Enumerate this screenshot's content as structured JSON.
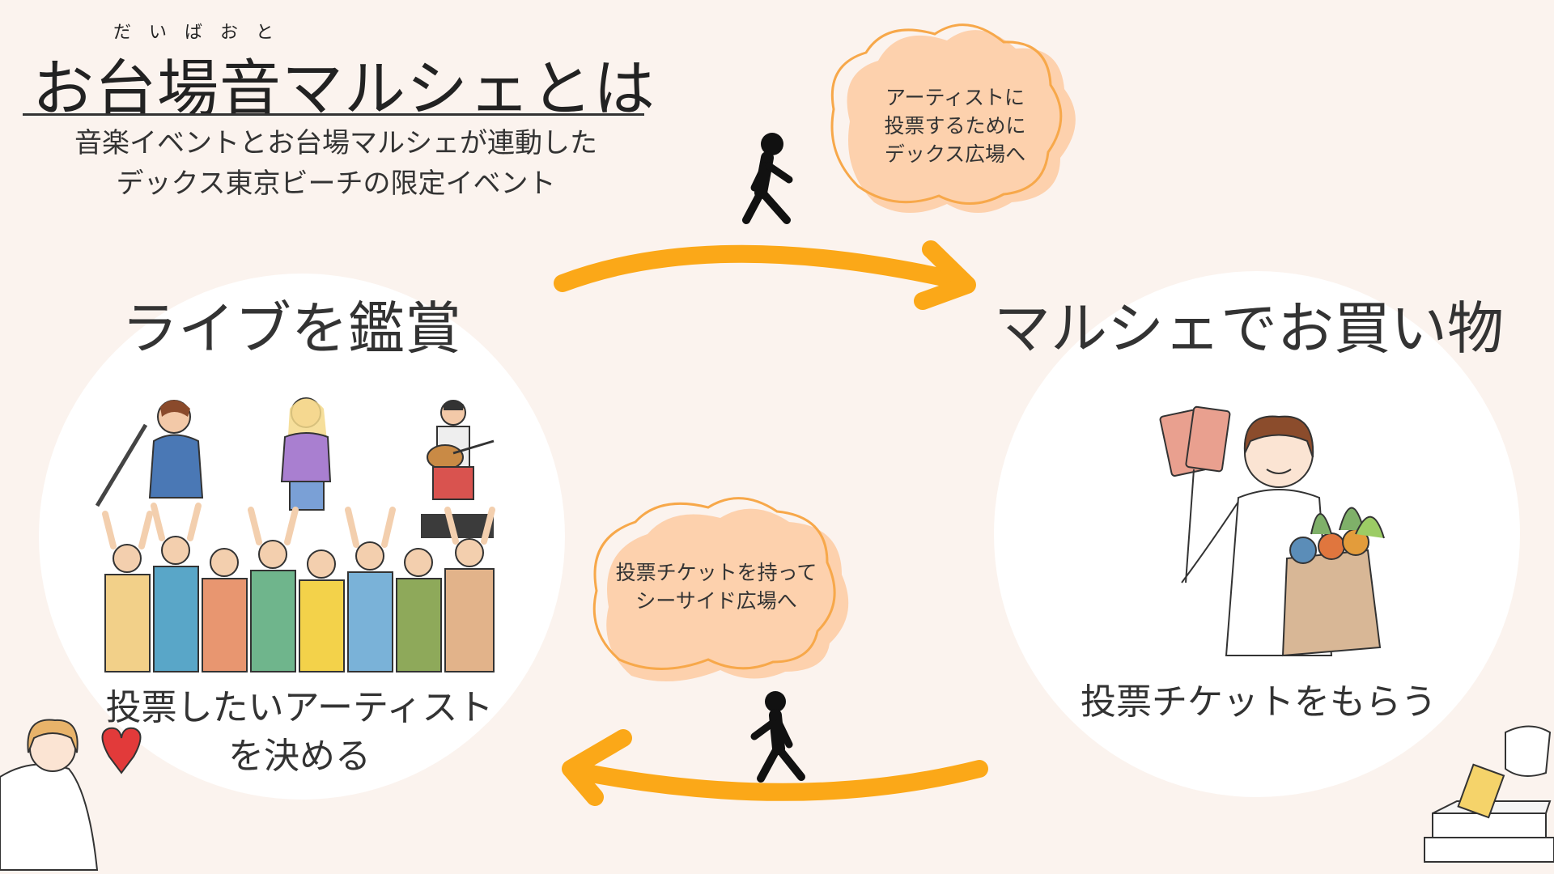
{
  "header": {
    "ruby": "だいばおと",
    "title": "お台場音マルシェとは",
    "subtitle_line1": "音楽イベントとお台場マルシェが連動した",
    "subtitle_line2": "デックス東京ビーチの限定イベント"
  },
  "left_step": {
    "heading": "ライブを鑑賞",
    "caption_line1": "投票したいアーティスト",
    "caption_line2": "を決める"
  },
  "right_step": {
    "heading": "マルシェでお買い物",
    "caption": "投票チケットをもらう"
  },
  "top_cloud": {
    "line1": "アーティストに",
    "line2": "投票するために",
    "line3": "デックス広場へ"
  },
  "bottom_cloud": {
    "line1": "投票チケットを持って",
    "line2": "シーサイド広場へ"
  },
  "colors": {
    "background": "#fbf3ee",
    "arrow": "#fba818",
    "cloud_fill": "#fdd1ad",
    "cloud_stroke": "#f7a84a"
  }
}
